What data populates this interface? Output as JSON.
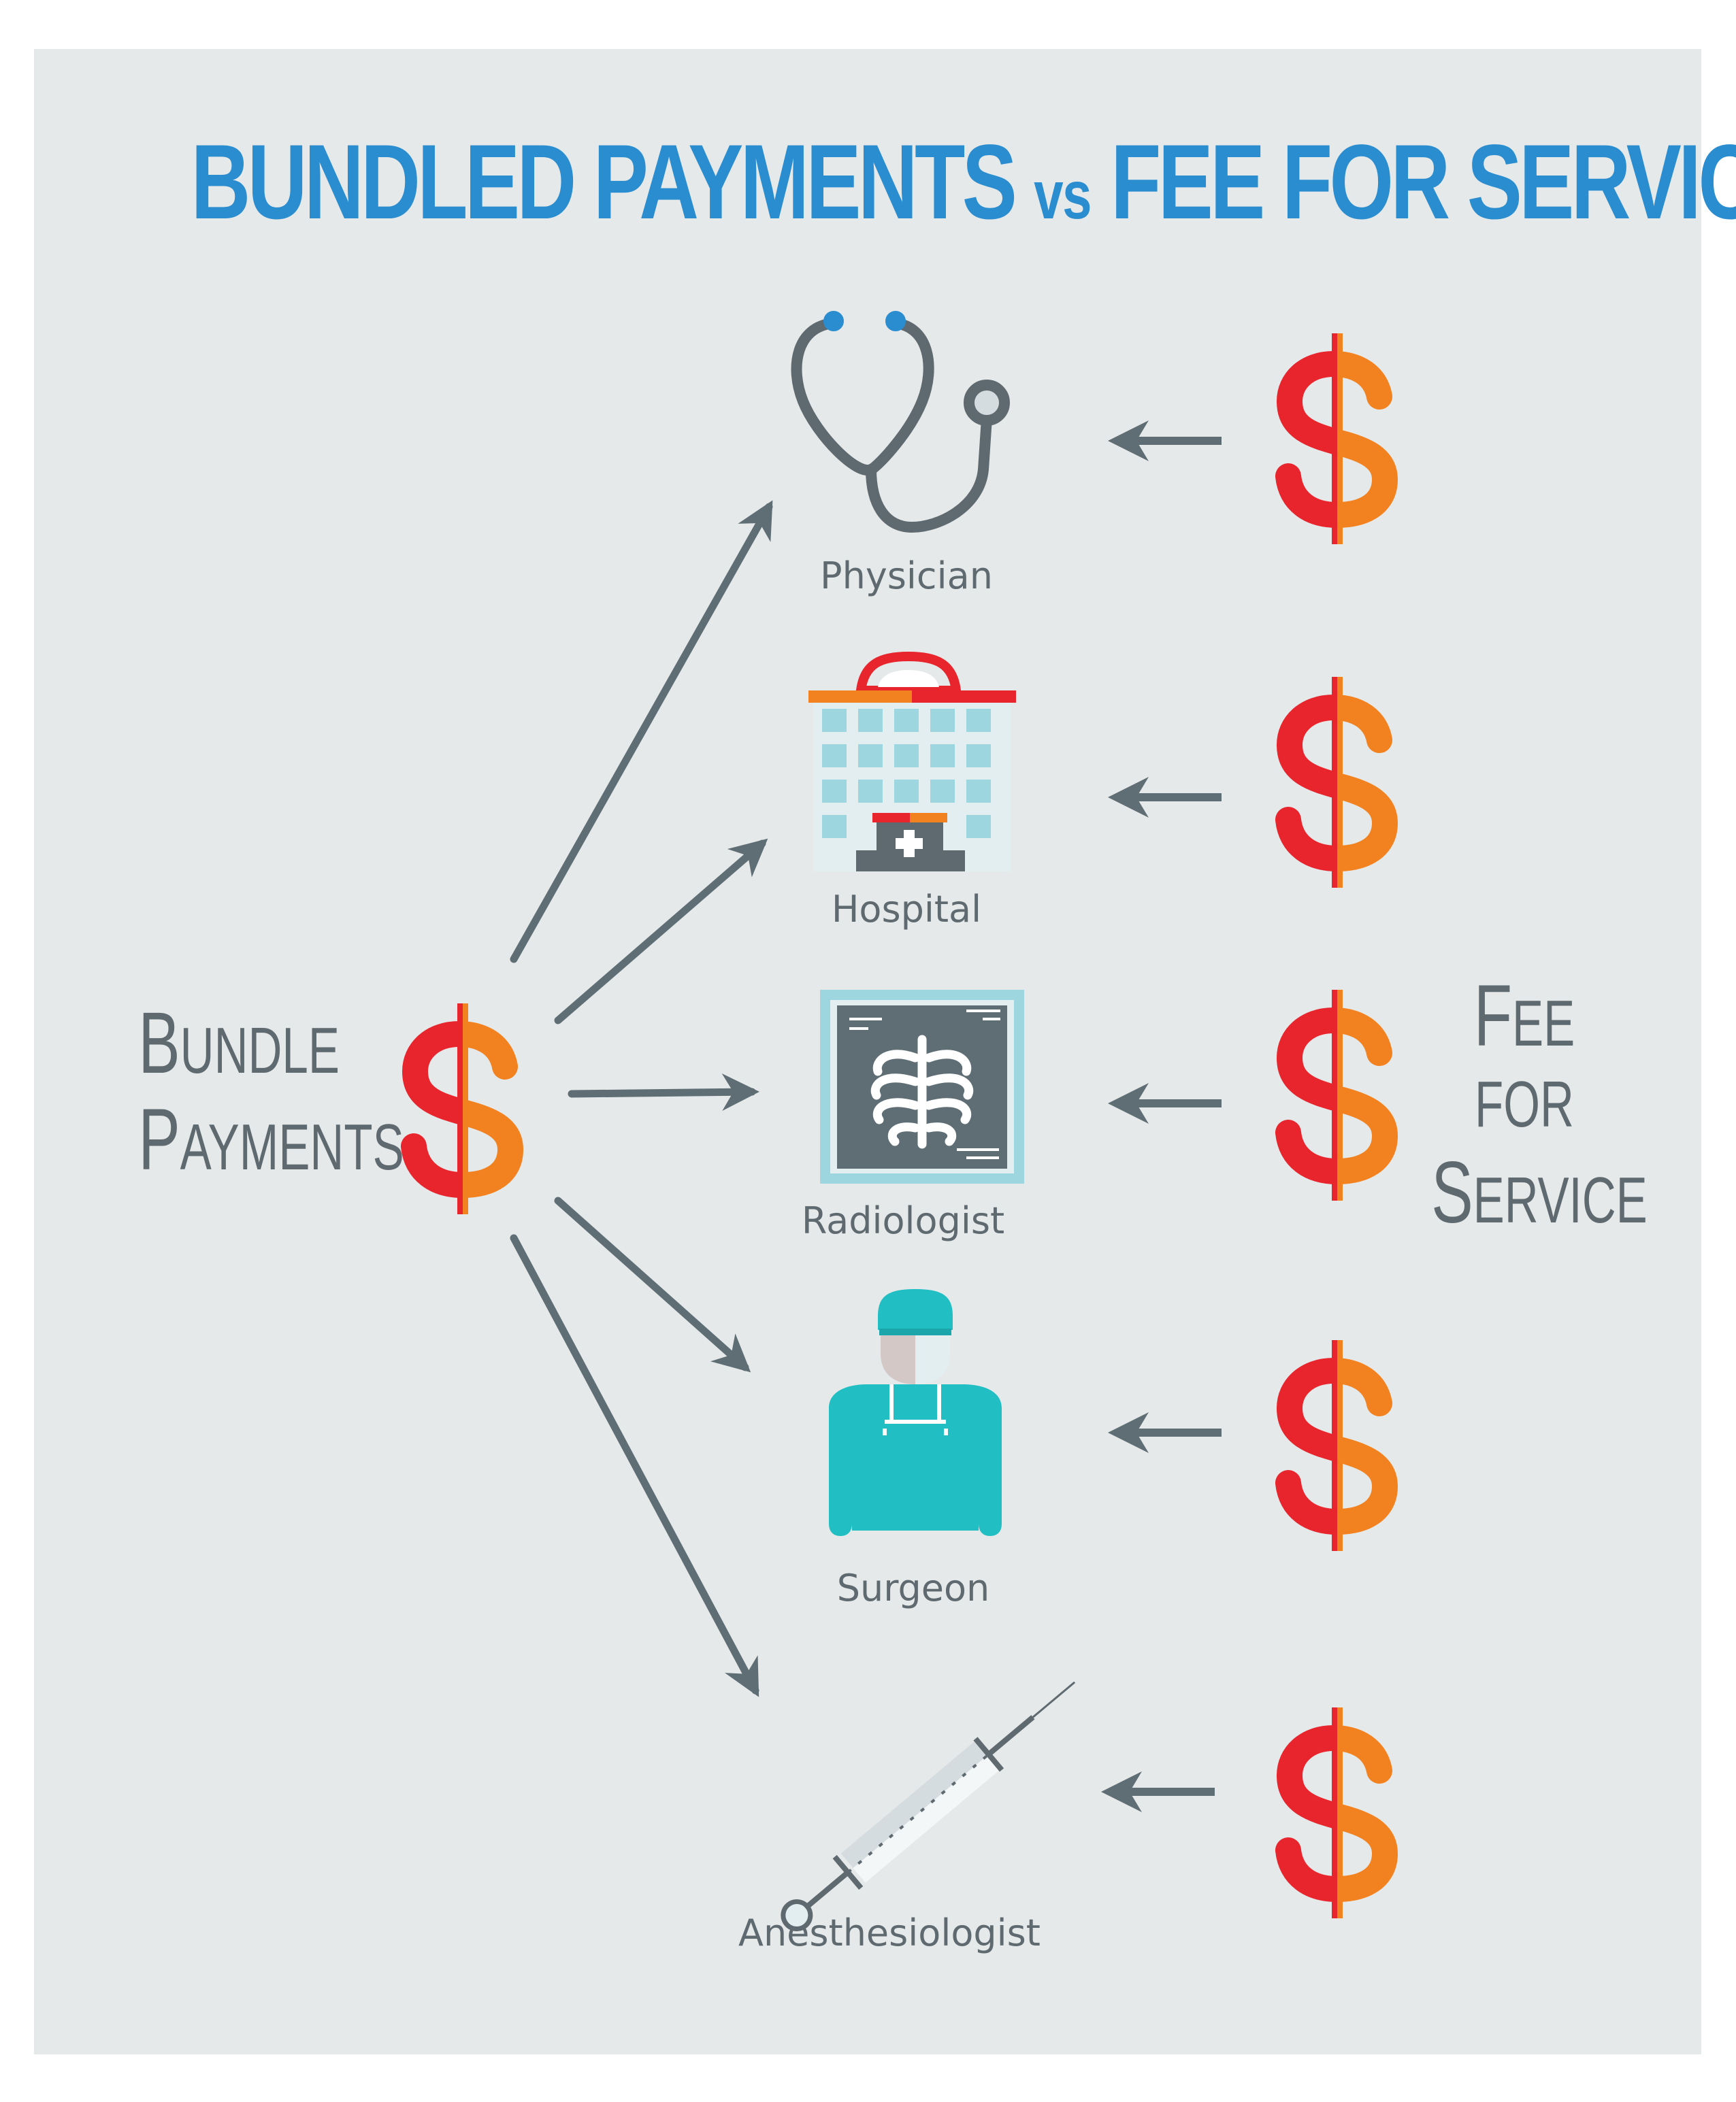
{
  "title": {
    "part1": "BUNDLED PAYMENTS",
    "vs": "vs",
    "part2": "FEE FOR SERVICE"
  },
  "left_label": {
    "line1_first": "B",
    "line1_rest": "UNDLE",
    "line2_first": "P",
    "line2_rest": "AYMENTS"
  },
  "right_label": {
    "line1_first": "F",
    "line1_rest": "EE",
    "line2": "FOR",
    "line3_first": "S",
    "line3_rest": "ERVICE"
  },
  "providers": [
    {
      "label": "Physician",
      "icon": "stethoscope-icon"
    },
    {
      "label": "Hospital",
      "icon": "hospital-icon"
    },
    {
      "label": "Radiologist",
      "icon": "xray-icon"
    },
    {
      "label": "Surgeon",
      "icon": "surgeon-icon"
    },
    {
      "label": "Anesthesiologist",
      "icon": "syringe-icon"
    }
  ],
  "colors": {
    "background": "#e6e9ea",
    "title": "#2a8dd0",
    "text": "#5f6a70",
    "arrow": "#5f6e75",
    "dollar_left": "#e8252d",
    "dollar_right": "#f28220",
    "teal": "#21bfc3",
    "light_blue": "#9dd6df"
  }
}
